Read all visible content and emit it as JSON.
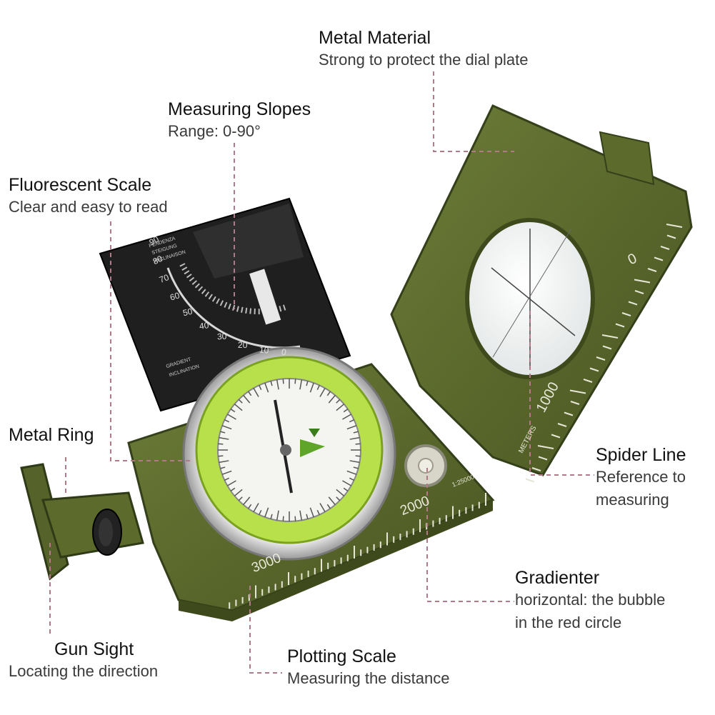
{
  "callouts": {
    "metal_material": {
      "title": "Metal Material",
      "lines": [
        "Strong to protect the dial plate"
      ]
    },
    "measuring_slopes": {
      "title": "Measuring Slopes",
      "lines": [
        "Range: 0-90°"
      ]
    },
    "fluorescent_scale": {
      "title": "Fluorescent Scale",
      "lines": [
        "Clear and easy to read"
      ]
    },
    "metal_ring": {
      "title": "Metal Ring",
      "lines": []
    },
    "spider_line": {
      "title": "Spider Line",
      "lines": [
        "Reference to",
        "measuring"
      ]
    },
    "gradienter": {
      "title": "Gradienter",
      "lines": [
        "horizontal: the bubble",
        "in the red circle"
      ]
    },
    "gun_sight": {
      "title": "Gun Sight",
      "lines": [
        "Locating the direction"
      ]
    },
    "plotting_scale": {
      "title": "Plotting Scale",
      "lines": [
        "Measuring the distance"
      ]
    }
  },
  "compass_markings": {
    "lid_scale": [
      "0",
      "1000"
    ],
    "lid_unit": "METERS",
    "base_scale": [
      "2000",
      "3000"
    ],
    "base_ratio": "1:25000",
    "clinometer_scale": [
      "90",
      "80",
      "70",
      "60",
      "50",
      "40",
      "30",
      "20",
      "10",
      "0"
    ],
    "clinometer_top_text": [
      "PENDENZA",
      "STEIGUNG",
      "INCLINAISON"
    ],
    "clinometer_bottom_text": [
      "GRADIENT",
      "INCLINATION"
    ]
  },
  "colors": {
    "olive": "#5b6a2e",
    "olive_dark": "#3f4a1c",
    "fluorescent": "#b8e04a",
    "leader_line": "#b07a86"
  }
}
